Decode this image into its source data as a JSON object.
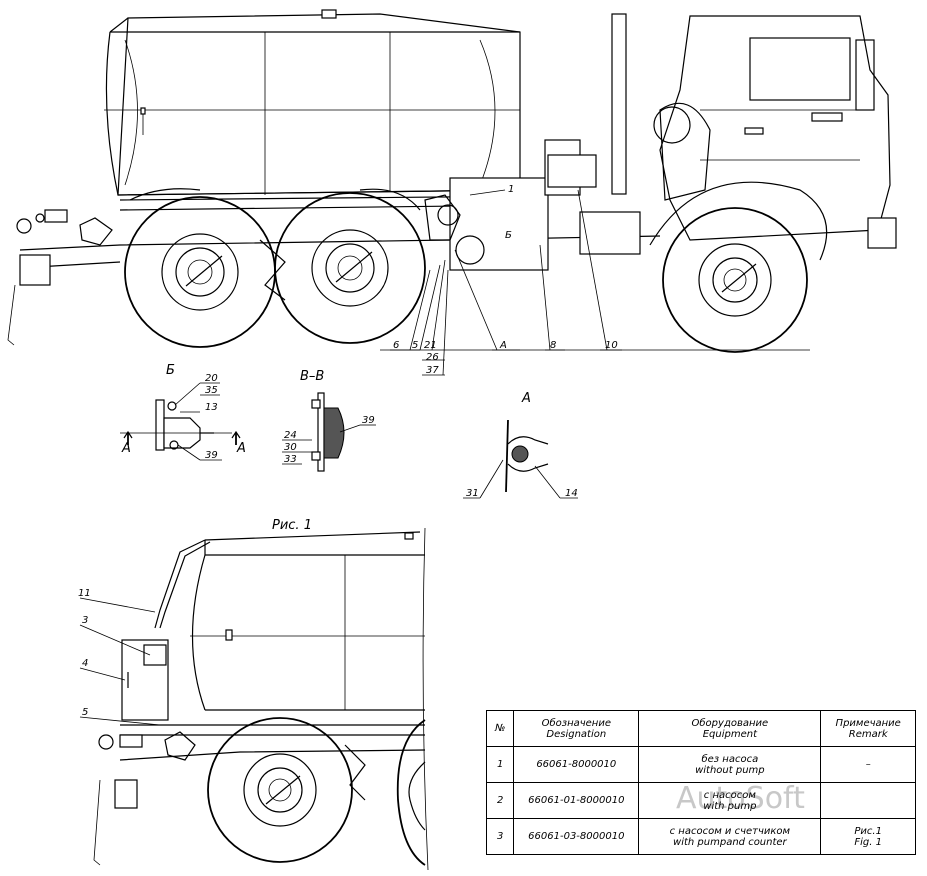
{
  "callouts": {
    "c1": "1",
    "c5": "5",
    "c6": "6",
    "c8": "8",
    "c10": "10",
    "c21": "21",
    "c26": "26",
    "c37": "37",
    "cA": "А",
    "cB": "Б"
  },
  "views": {
    "b": {
      "title": "Б",
      "labels": [
        "20",
        "35",
        "13",
        "39"
      ],
      "arrow_left": "А",
      "arrow_right": "А"
    },
    "vv": {
      "title": "В–В",
      "labels": [
        "39",
        "24",
        "30",
        "33"
      ]
    },
    "a": {
      "title": "А",
      "labels": [
        "31",
        "14"
      ]
    }
  },
  "fig1": {
    "title": "Рис. 1",
    "labels": [
      "11",
      "3",
      "4",
      "5"
    ]
  },
  "table": {
    "headers": [
      {
        "line1": "№",
        "line2": ""
      },
      {
        "line1": "Обозначение",
        "line2": "Designation"
      },
      {
        "line1": "Оборудование",
        "line2": "Equipment"
      },
      {
        "line1": "Примечание",
        "line2": "Remark"
      }
    ],
    "rows": [
      {
        "num": "1",
        "designation": "66061-8000010",
        "equip1": "без насоса",
        "equip2": "without pump",
        "remark1": "–",
        "remark2": ""
      },
      {
        "num": "2",
        "designation": "66061-01-8000010",
        "equip1": "с насосом",
        "equip2": "with pump",
        "remark1": "",
        "remark2": ""
      },
      {
        "num": "3",
        "designation": "66061-03-8000010",
        "equip1": "с насосом и счетчиком",
        "equip2": "with pumpand counter",
        "remark1": "Рис.1",
        "remark2": "Fig. 1"
      }
    ]
  },
  "watermark": "AutoSoft"
}
